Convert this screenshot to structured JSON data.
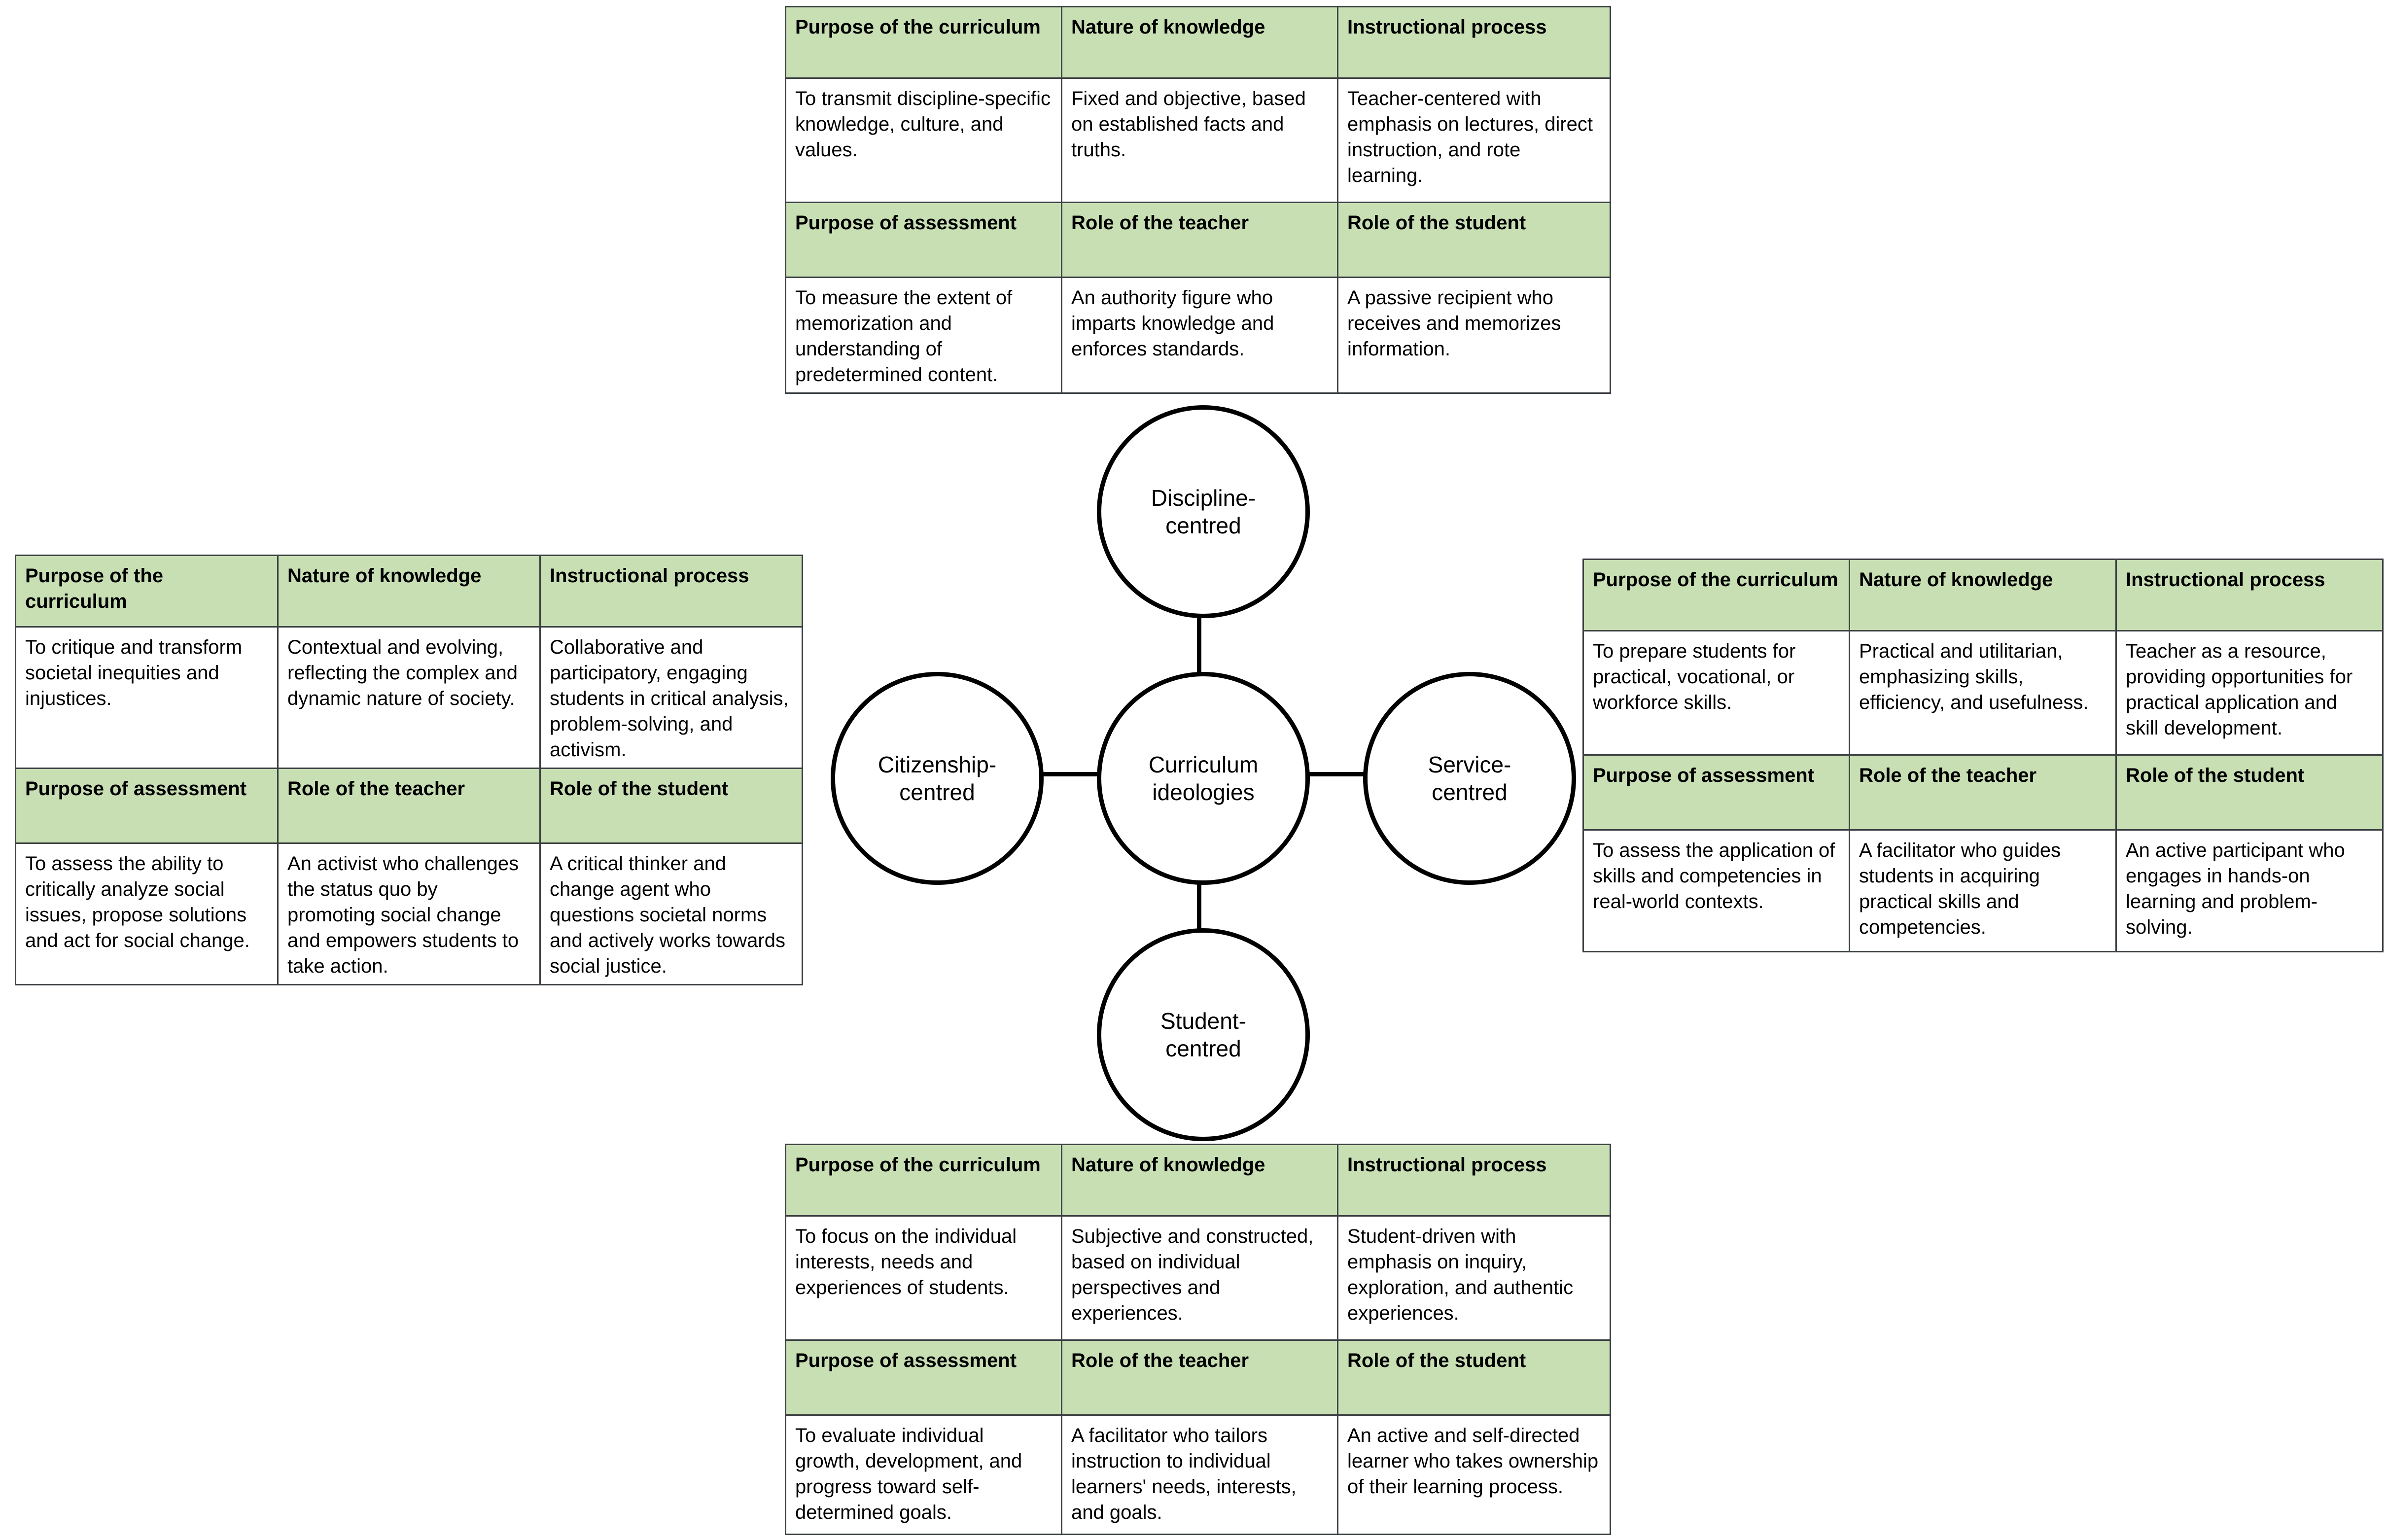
{
  "diagram": {
    "center": {
      "label": "Curriculum ideologies"
    },
    "nodes": [
      {
        "id": "discipline",
        "label": "Discipline-\ncentred"
      },
      {
        "id": "service",
        "label": "Service-\ncentred"
      },
      {
        "id": "student",
        "label": "Student-\ncentred"
      },
      {
        "id": "citizenship",
        "label": "Citizenship-\ncentred"
      }
    ]
  },
  "colors": {
    "header_green": "#c8dfb4",
    "border": "#3c4043",
    "text": "#000000"
  },
  "headers": {
    "purpose_curriculum": "Purpose of the curriculum",
    "nature_knowledge": "Nature of knowledge",
    "instructional_process": "Instructional process",
    "purpose_assessment": "Purpose of assessment",
    "role_teacher": "Role of the teacher",
    "role_student": "Role of the student"
  },
  "tables": {
    "discipline": {
      "purpose_curriculum": "To transmit discipline-specific knowledge, culture, and values.",
      "nature_knowledge": "Fixed and objective, based on established facts and truths.",
      "instructional_process": "Teacher-centered with emphasis on lectures, direct instruction, and rote learning.",
      "purpose_assessment": "To measure the extent of memorization and understanding of predetermined content.",
      "role_teacher": "An authority figure who imparts knowledge and enforces standards.",
      "role_student": "A passive recipient who receives and memorizes information."
    },
    "citizenship": {
      "purpose_curriculum": "To critique and transform societal inequities and injustices.",
      "nature_knowledge": "Contextual and evolving, reflecting the complex and dynamic nature of society.",
      "instructional_process": "Collaborative and participatory, engaging students in critical analysis, problem-solving, and activism.",
      "purpose_assessment": "To assess the ability to critically analyze social issues, propose solutions and act for social change.",
      "role_teacher": "An activist who challenges the status quo by promoting social change and empowers students to take action.",
      "role_student": "A critical thinker and change agent who questions societal norms and actively works towards social justice."
    },
    "service": {
      "purpose_curriculum": "To prepare students for practical, vocational, or workforce skills.",
      "nature_knowledge": "Practical and utilitarian, emphasizing skills, efficiency, and usefulness.",
      "instructional_process": "Teacher as a resource, providing opportunities for practical application and skill development.",
      "purpose_assessment": "To assess the application of skills and competencies in real-world contexts.",
      "role_teacher": "A facilitator who guides students in acquiring practical skills and competencies.",
      "role_student": "An active participant who engages in hands-on learning and problem-solving."
    },
    "student": {
      "purpose_curriculum": "To focus on the individual interests, needs and experiences of students.",
      "nature_knowledge": "Subjective and constructed, based on individual perspectives and experiences.",
      "instructional_process": "Student-driven with emphasis on inquiry, exploration, and authentic experiences.",
      "purpose_assessment": "To evaluate individual growth, development, and progress toward self-determined goals.",
      "role_teacher": "A facilitator who tailors instruction to individual learners' needs, interests, and goals.",
      "role_student": "An active and self-directed learner who takes ownership of their learning process."
    }
  }
}
